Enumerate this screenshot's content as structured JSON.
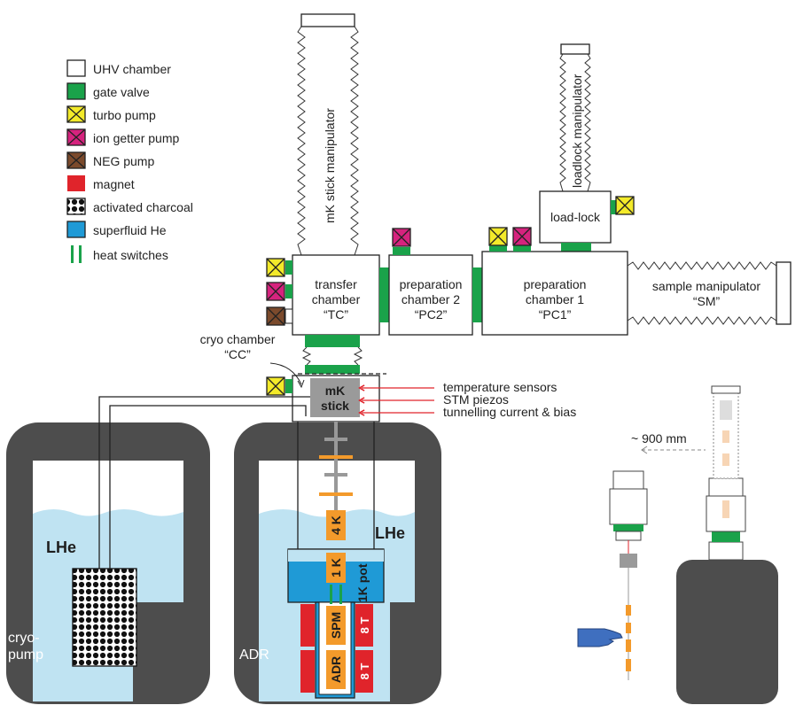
{
  "legend": {
    "items": [
      {
        "key": "uhv",
        "label": "UHV chamber",
        "color": "#ffffff"
      },
      {
        "key": "gate",
        "label": "gate valve",
        "color": "#1aa24a"
      },
      {
        "key": "turbo",
        "label": "turbo pump",
        "color": "#f3ea2a"
      },
      {
        "key": "ion",
        "label": "ion getter pump",
        "color": "#d6237e"
      },
      {
        "key": "neg",
        "label": "NEG pump",
        "color": "#7b4a2c"
      },
      {
        "key": "magnet",
        "label": "magnet",
        "color": "#e0242b"
      },
      {
        "key": "charcoal",
        "label": "activated charcoal",
        "color": "#111111"
      },
      {
        "key": "superfluid",
        "label": "superfluid He",
        "color": "#1f9ad6"
      },
      {
        "key": "switch",
        "label": "heat switches",
        "color": "#1aa24a"
      }
    ]
  },
  "manipulators": {
    "mk_stick": "mK stick manipulator",
    "loadlock": "loadlock manipulator",
    "sample_line1": "sample manipulator",
    "sample_line2": "“SM”"
  },
  "chambers": {
    "tc_line1": "transfer",
    "tc_line2": "chamber",
    "tc_line3": "“TC”",
    "pc2_line1": "preparation",
    "pc2_line2": "chamber 2",
    "pc2_line3": "“PC2”",
    "pc1_line1": "preparation",
    "pc1_line2": "chamber 1",
    "pc1_line3": "“PC1”",
    "loadlock": "load-lock",
    "cc_line1": "cryo chamber",
    "cc_line2": "“CC”"
  },
  "mk_stick_box": {
    "line1": "mK",
    "line2": "stick"
  },
  "signals": [
    "temperature sensors",
    "STM piezos",
    "tunnelling current & bias"
  ],
  "dewars": {
    "lhe_left": "LHe",
    "lhe_right": "LHe",
    "cryopump_line1": "cryo-",
    "cryopump_line2": "pump",
    "adr": "ADR"
  },
  "stages": {
    "four_k": "4 K",
    "one_k": "1 K",
    "spm": "SPM",
    "adr": "ADR",
    "one_k_pot": "1K pot",
    "magnet_top": "8 T",
    "magnet_bottom": "8 T"
  },
  "distance": "~ 900 mm",
  "colors": {
    "dewar": "#4d4d4d",
    "lhe": "#bfe3f2",
    "superfluid": "#1f9ad6",
    "gate": "#1aa24a",
    "turbo": "#f3ea2a",
    "ion": "#d6237e",
    "neg": "#7b4a2c",
    "magnet": "#e0242b",
    "stage": "#f39a2b",
    "arrow": "#e0242b"
  }
}
